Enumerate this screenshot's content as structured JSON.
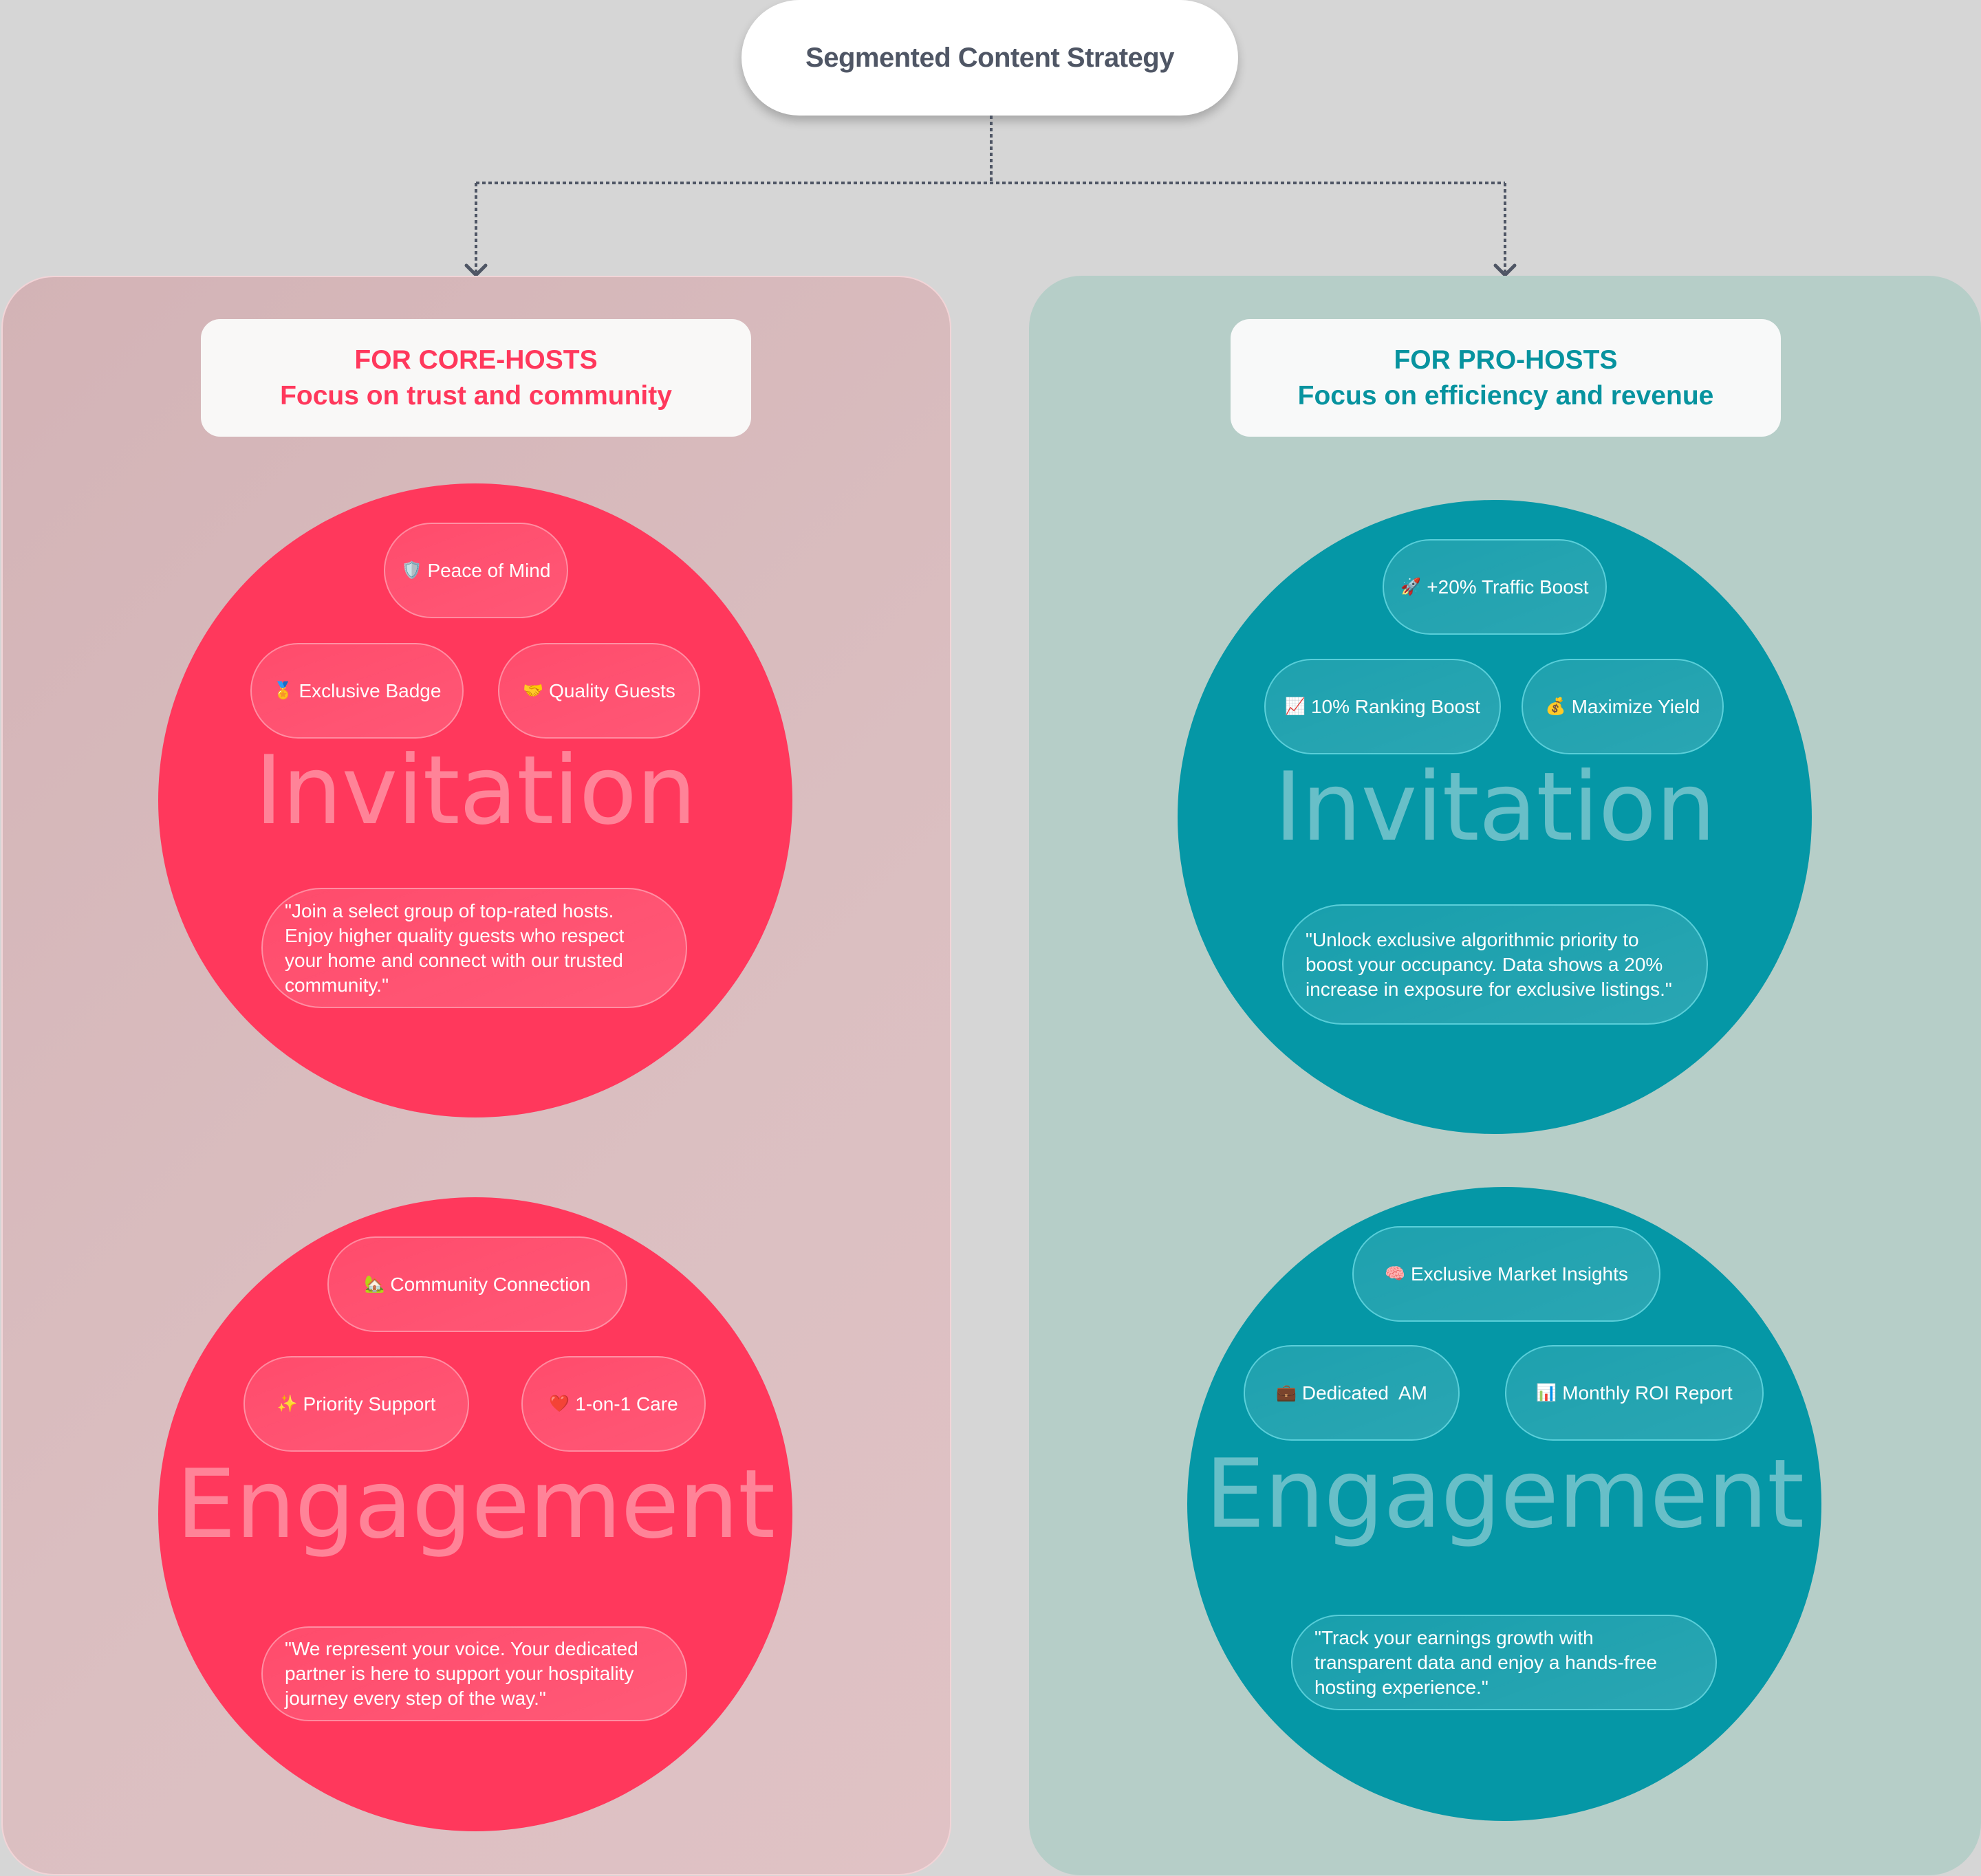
{
  "root": {
    "title": "Segmented Content Strategy"
  },
  "colors": {
    "background": "#d6d6d6",
    "core_accent": "#ff385c",
    "pro_accent": "#0597a6",
    "core_panel": "#d6b9bb",
    "pro_panel": "#b6cec8",
    "connector": "#4f5665"
  },
  "segments": [
    {
      "id": "core",
      "header": {
        "line1": "FOR CORE-HOSTS",
        "line2": "Focus on trust and community"
      },
      "invitation": {
        "watermark": "Invitation",
        "pills": [
          {
            "icon": "🛡️",
            "icon_name": "shield-icon",
            "label": "Peace of Mind"
          },
          {
            "icon": "🏅",
            "icon_name": "medal-icon",
            "label": "Exclusive Badge"
          },
          {
            "icon": "🤝",
            "icon_name": "handshake-icon",
            "label": "Quality Guests"
          }
        ],
        "quote": "\"Join a select group of top-rated hosts. Enjoy higher quality guests who respect your home and connect with our trusted community.\""
      },
      "engagement": {
        "watermark": "Engagement",
        "pills": [
          {
            "icon": "🏡",
            "icon_name": "house-icon",
            "label": "Community Connection"
          },
          {
            "icon": "✨",
            "icon_name": "sparkles-icon",
            "label": "Priority Support"
          },
          {
            "icon": "❤️",
            "icon_name": "heart-icon",
            "label": "1-on-1 Care"
          }
        ],
        "quote": "\"We represent your voice. Your dedicated partner is here to support your hospitality journey every step of the way.\""
      }
    },
    {
      "id": "pro",
      "header": {
        "line1": "FOR PRO-HOSTS",
        "line2": "Focus on efficiency and revenue"
      },
      "invitation": {
        "watermark": "Invitation",
        "pills": [
          {
            "icon": "🚀",
            "icon_name": "rocket-icon",
            "label": "+20% Traffic Boost"
          },
          {
            "icon": "📈",
            "icon_name": "chart-increasing-icon",
            "label": "10% Ranking Boost"
          },
          {
            "icon": "💰",
            "icon_name": "money-bag-icon",
            "label": "Maximize Yield"
          }
        ],
        "quote": "\"Unlock exclusive algorithmic priority to boost your occupancy. Data shows a 20% increase in exposure for exclusive listings.\""
      },
      "engagement": {
        "watermark": "Engagement",
        "pills": [
          {
            "icon": "🧠",
            "icon_name": "brain-icon",
            "label": "Exclusive Market Insights"
          },
          {
            "icon": "💼",
            "icon_name": "briefcase-icon",
            "label": "Dedicated  AM"
          },
          {
            "icon": "📊",
            "icon_name": "bar-chart-icon",
            "label": "Monthly ROI Report"
          }
        ],
        "quote": "\"Track your earnings growth with transparent data and enjoy a hands-free hosting experience.\""
      }
    }
  ]
}
